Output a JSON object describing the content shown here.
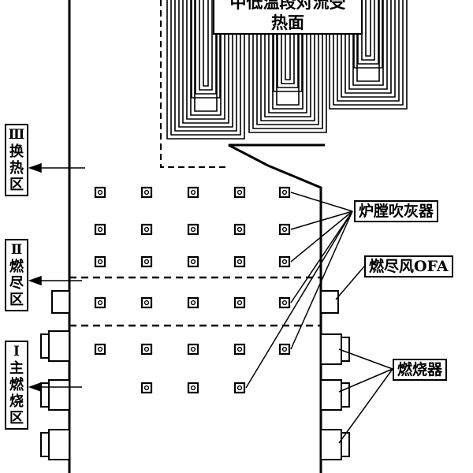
{
  "zones": [
    {
      "roman": "Ⅲ",
      "chars": [
        "换",
        "热",
        "区"
      ]
    },
    {
      "roman": "Ⅱ",
      "chars": [
        "燃",
        "尽",
        "区"
      ]
    },
    {
      "roman": "Ⅰ",
      "chars": [
        "主",
        "燃",
        "烧",
        "区"
      ]
    }
  ],
  "labels": {
    "top_box_line1": "中低温段对流受",
    "top_box_line2": "热面",
    "soot_blower": "炉膛吹灰器",
    "ofa": "燃尽风OFA",
    "burner": "燃烧器"
  }
}
